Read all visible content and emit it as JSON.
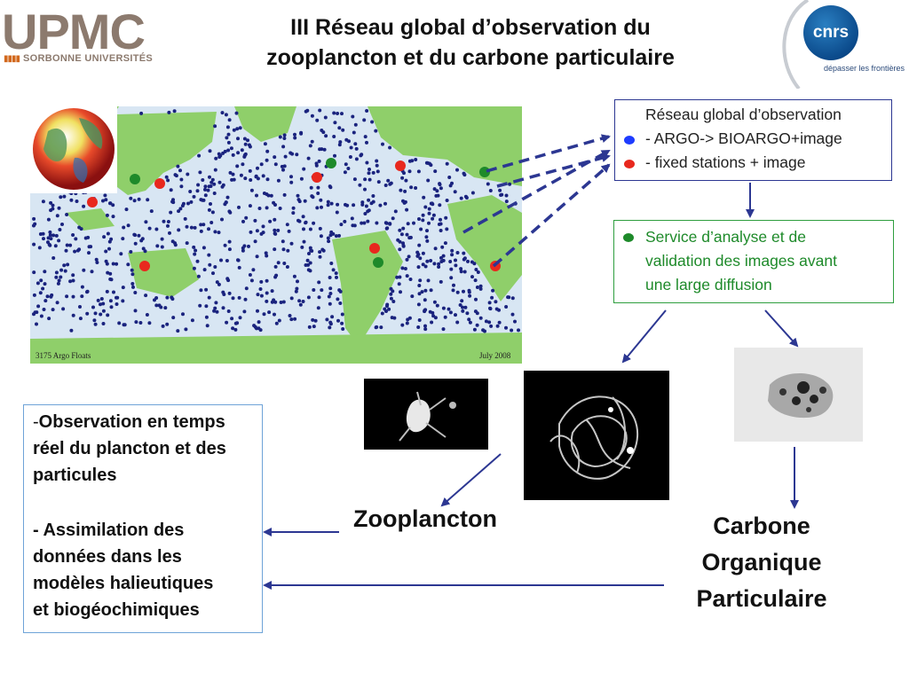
{
  "logos": {
    "upmc_word": "UPMC",
    "upmc_subtitle": "SORBONNE UNIVERSITÉS",
    "cnrs_word": "cnrs",
    "cnrs_tagline": "dépasser les frontières"
  },
  "title": {
    "line1": "III Réseau global  d’observation du",
    "line2": "zooplancton et du carbone particulaire"
  },
  "map": {
    "caption_left": "3175 Argo Floats",
    "caption_right": "July 2008"
  },
  "network_box": {
    "heading": "Réseau global d’observation",
    "item1": "- ARGO-> BIOARGO+image",
    "item2": "- fixed stations + image"
  },
  "service_box": {
    "line1": "Service d’analyse et de",
    "line2": "validation des images avant",
    "line3": "une large diffusion"
  },
  "observation_box": {
    "line1_prefix": "-",
    "line1": "Observation en temps",
    "line2": "réel du plancton et des",
    "line3": "particules",
    "line4": "- Assimilation des",
    "line5": "données dans les",
    "line6": "modèles halieutiques",
    "line7": "et biogéochimiques"
  },
  "labels": {
    "zooplancton": "Zooplancton",
    "carbone_1": "Carbone",
    "carbone_2": "Organique",
    "carbone_3": "Particulaire"
  },
  "colors": {
    "argo_dot": "#1a237e",
    "bioargo_marker": "#1e3cff",
    "fixed_station": "#e8281e",
    "service_marker": "#1e8a2a",
    "arrow": "#2c3792",
    "land": "#8fcf6a",
    "ocean": "#d8e6f3"
  }
}
